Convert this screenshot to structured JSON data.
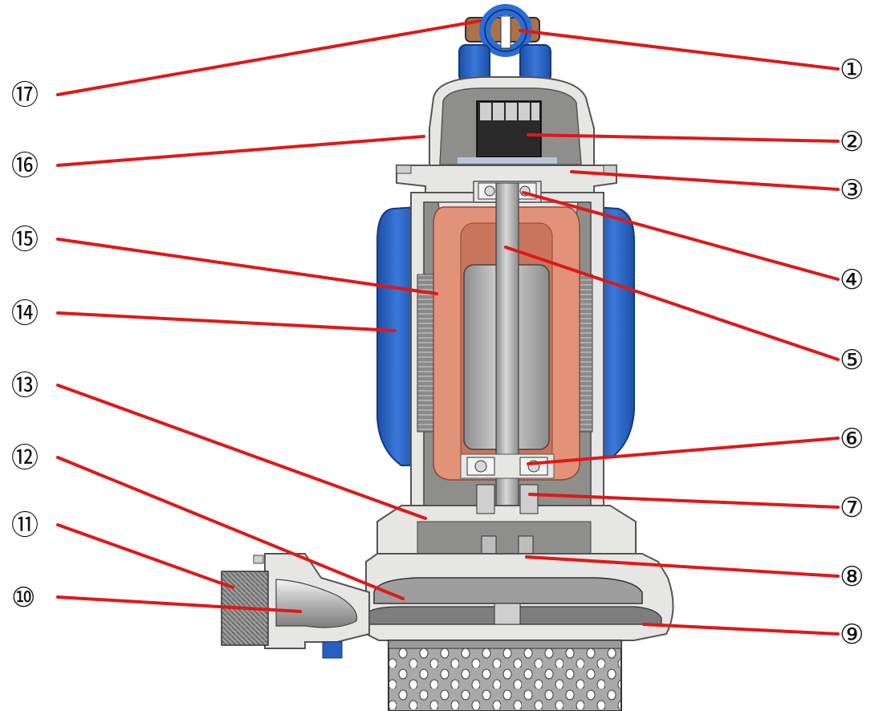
{
  "diagram": {
    "kind": "cutaway of submersible pump",
    "colors": {
      "leader_line": "#e01818",
      "housing": "#e6e6e4",
      "housing_edge": "#555555",
      "cavity": "#8e8e8c",
      "cooling_jacket": "#2f68c8",
      "stator_winding": "#e3927a",
      "rotor": "#b6b6b6",
      "strainer": "#a9a9a9"
    },
    "callouts": [
      {
        "id": "1",
        "label": "①"
      },
      {
        "id": "2",
        "label": "②"
      },
      {
        "id": "3",
        "label": "③"
      },
      {
        "id": "4",
        "label": "④"
      },
      {
        "id": "5",
        "label": "⑤"
      },
      {
        "id": "6",
        "label": "⑥"
      },
      {
        "id": "7",
        "label": "⑦"
      },
      {
        "id": "8",
        "label": "⑧"
      },
      {
        "id": "9",
        "label": "⑨"
      },
      {
        "id": "10",
        "label": "⑩"
      },
      {
        "id": "11",
        "label": "⑪"
      },
      {
        "id": "12",
        "label": "⑫"
      },
      {
        "id": "13",
        "label": "⑬"
      },
      {
        "id": "14",
        "label": "⑭"
      },
      {
        "id": "15",
        "label": "⑮"
      },
      {
        "id": "16",
        "label": "⑯"
      },
      {
        "id": "17",
        "label": "⑰"
      }
    ]
  }
}
